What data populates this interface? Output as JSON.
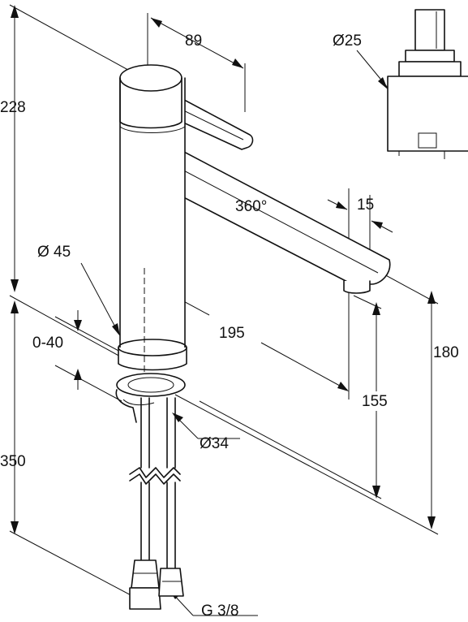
{
  "dimensions": {
    "height_total": "228",
    "reach": "89",
    "cartridge_diameter": "Ø25",
    "rotation": "360°",
    "outlet_offset": "15",
    "base_diameter": "Ø 45",
    "spout_length": "195",
    "counter_thickness": "0-40",
    "outlet_height": "180",
    "clearance_height": "155",
    "hole_diameter": "Ø34",
    "hose_length": "350",
    "connection_thread": "G 3/8"
  }
}
